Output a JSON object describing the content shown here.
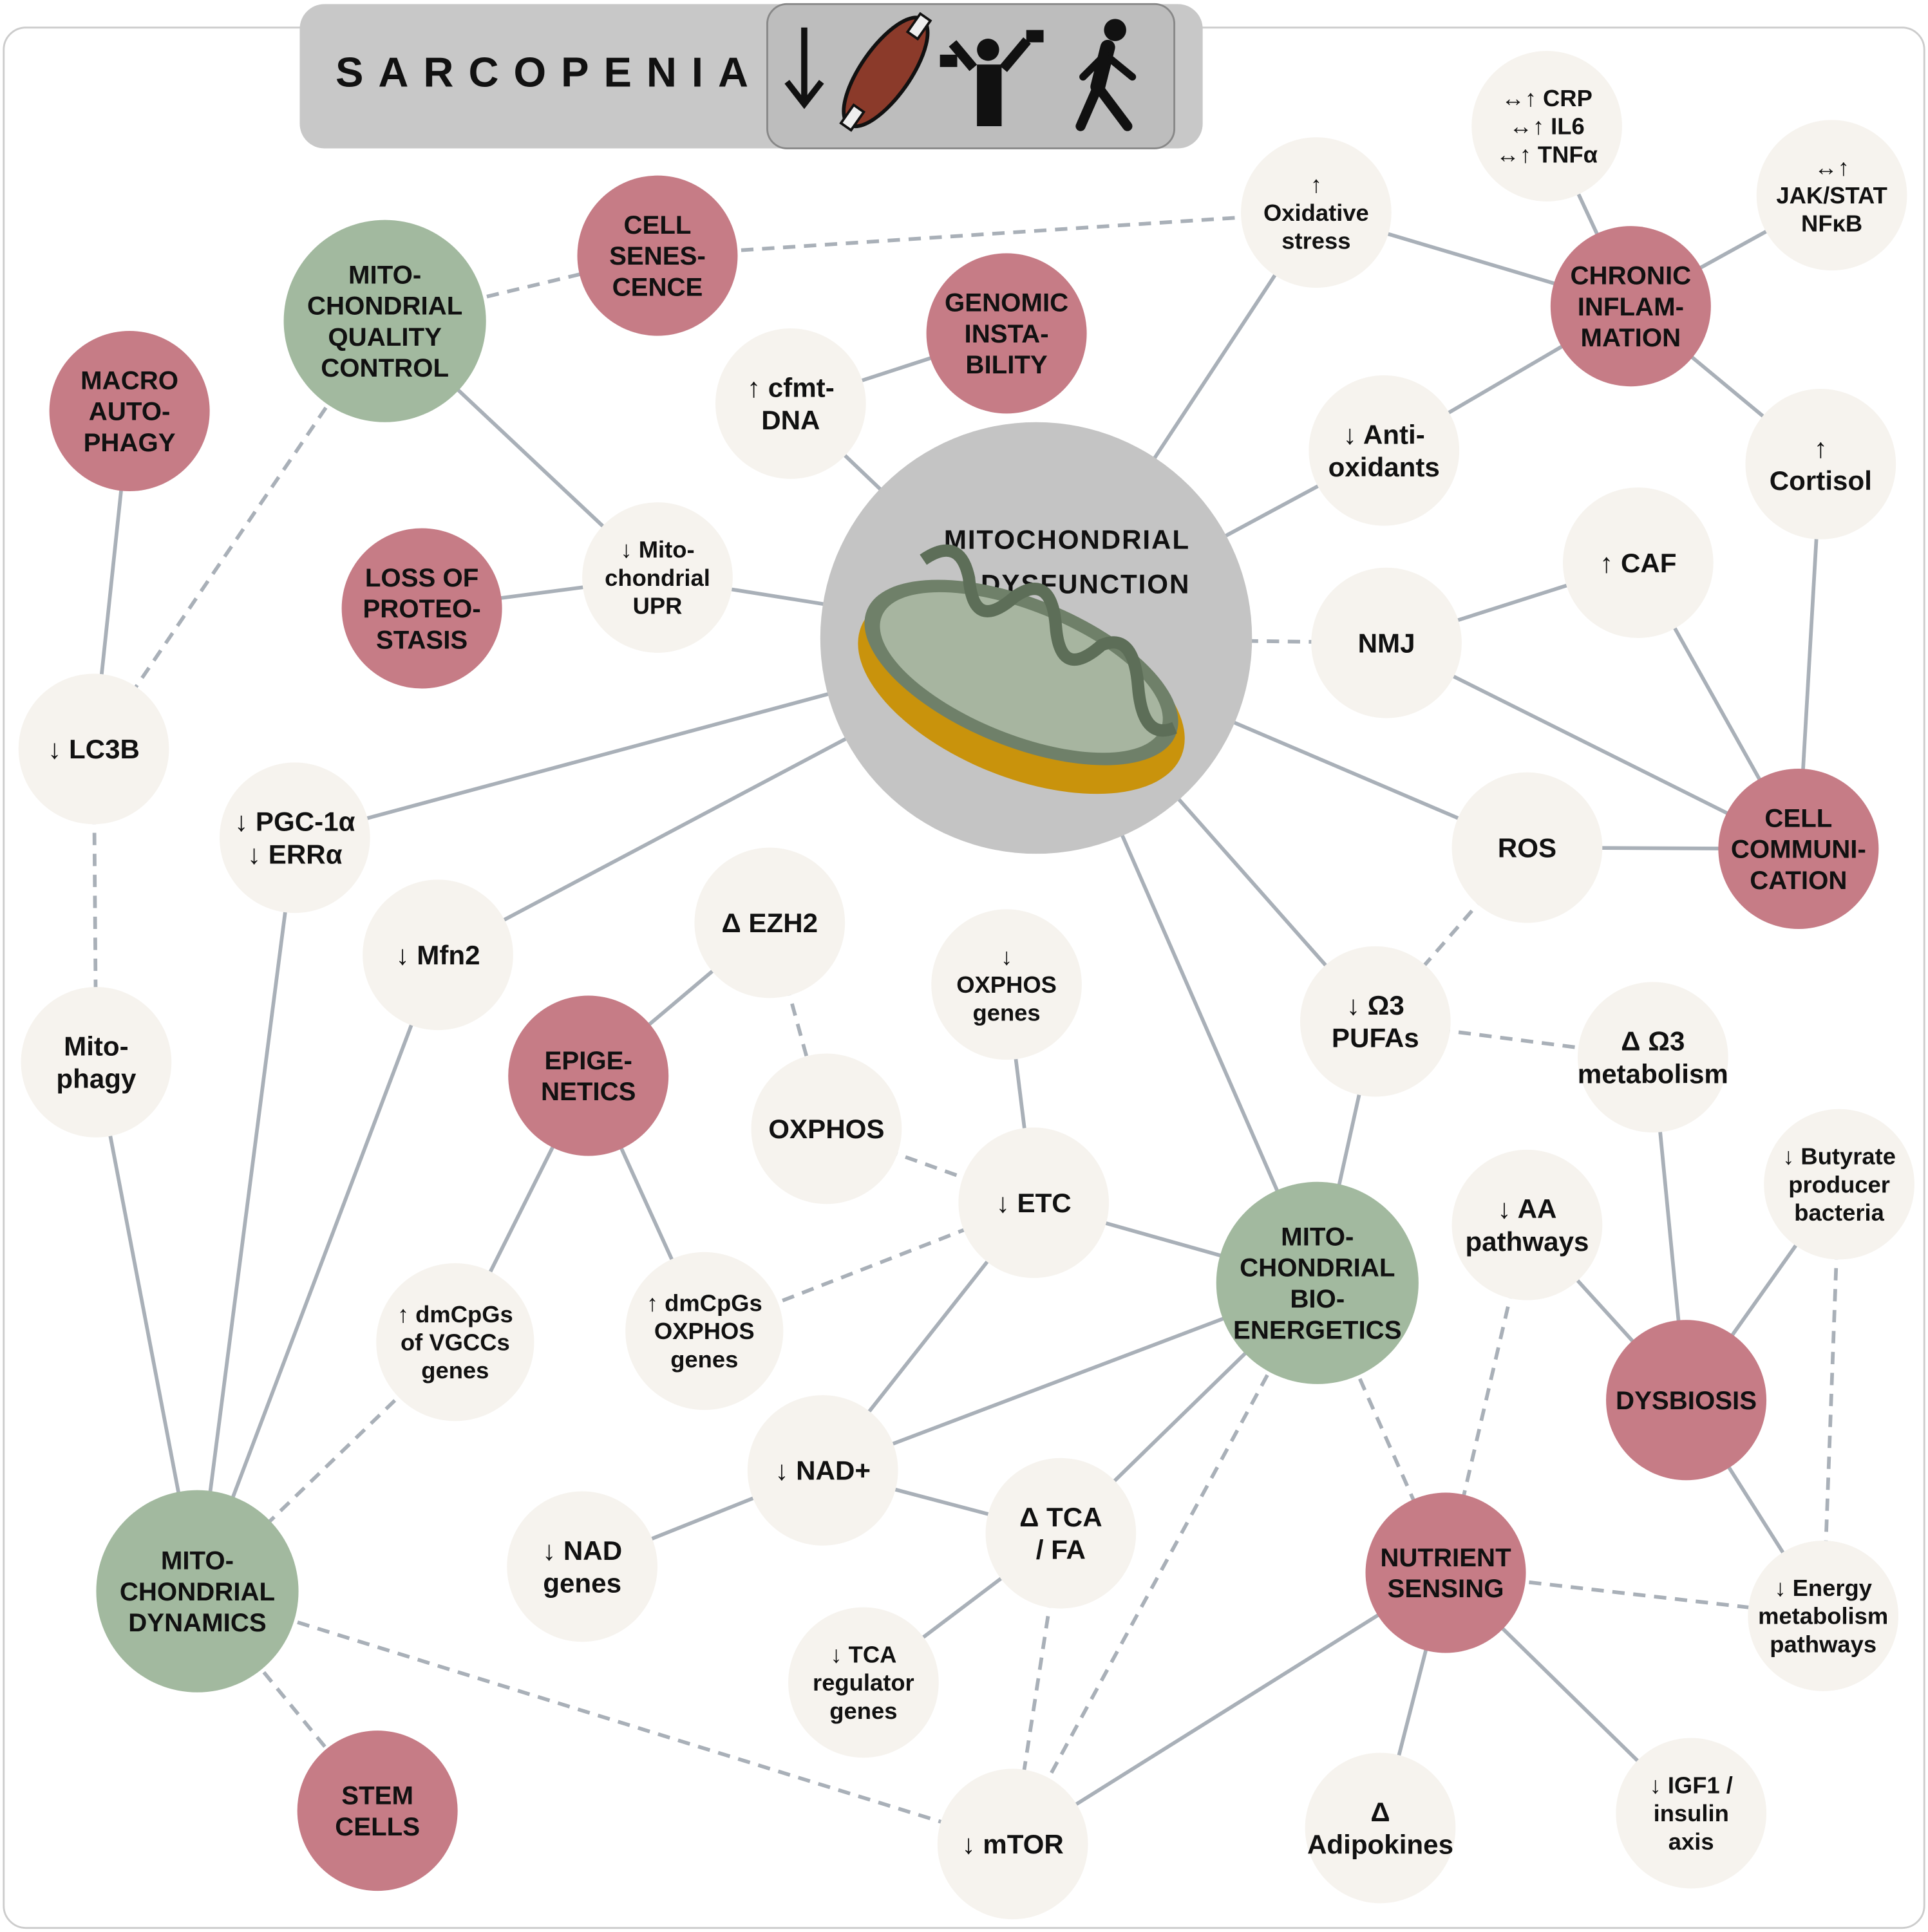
{
  "title": "SARCOPENIA",
  "header_icons": [
    "down-arrow-icon",
    "muscle-icon",
    "weightlifting-icon",
    "walking-icon"
  ],
  "colors": {
    "hub": "#c4c4c4",
    "green": "#a2b99f",
    "red": "#c67c86",
    "beige": "#f6f3ee",
    "edge": "#a9b0b8",
    "header": "#c8c8c8"
  },
  "nodes": [
    {
      "id": "mito_dys",
      "kind": "hub",
      "lines": [
        "MITOCHONDRIAL",
        "DYSFUNCTION"
      ]
    },
    {
      "id": "mqc",
      "kind": "green",
      "lines": [
        "MITO-",
        "CHONDRIAL",
        "QUALITY",
        "CONTROL"
      ]
    },
    {
      "id": "dynamics",
      "kind": "green",
      "lines": [
        "MITO-",
        "CHONDRIAL",
        "DYNAMICS"
      ]
    },
    {
      "id": "bioen",
      "kind": "green",
      "lines": [
        "MITO-",
        "CHONDRIAL",
        "BIO-",
        "ENERGETICS"
      ]
    },
    {
      "id": "cellsen",
      "kind": "red",
      "lines": [
        "CELL",
        "SENES-",
        "CENCE"
      ]
    },
    {
      "id": "genomic",
      "kind": "red",
      "lines": [
        "GENOMIC",
        "INSTA-",
        "BILITY"
      ]
    },
    {
      "id": "macro",
      "kind": "red",
      "lines": [
        "MACRO",
        "AUTO-",
        "PHAGY"
      ]
    },
    {
      "id": "proteo",
      "kind": "red",
      "lines": [
        "LOSS OF",
        "PROTEO-",
        "STASIS"
      ]
    },
    {
      "id": "epig",
      "kind": "red",
      "lines": [
        "EPIGE-",
        "NETICS"
      ]
    },
    {
      "id": "chronic",
      "kind": "red",
      "lines": [
        "CHRONIC",
        "INFLAM-",
        "MATION"
      ]
    },
    {
      "id": "cellcomm",
      "kind": "red",
      "lines": [
        "CELL",
        "COMMUNI-",
        "CATION"
      ]
    },
    {
      "id": "dysbiosis",
      "kind": "red",
      "lines": [
        "DYSBIOSIS"
      ]
    },
    {
      "id": "nutrient",
      "kind": "red",
      "lines": [
        "NUTRIENT",
        "SENSING"
      ]
    },
    {
      "id": "stem",
      "kind": "red",
      "lines": [
        "STEM",
        "CELLS"
      ]
    },
    {
      "id": "oxidative",
      "kind": "beige",
      "lines": [
        "↑",
        "Oxidative",
        "stress"
      ]
    },
    {
      "id": "crp",
      "kind": "beige",
      "lines": [
        "↔↑ CRP",
        "↔↑ IL6",
        "↔↑ TNFα"
      ]
    },
    {
      "id": "jak",
      "kind": "beige",
      "lines": [
        "↔↑",
        "JAK/STAT",
        "NFκB"
      ]
    },
    {
      "id": "cortisol",
      "kind": "beige",
      "lines": [
        "↑",
        "Cortisol"
      ]
    },
    {
      "id": "antiox",
      "kind": "beige",
      "lines": [
        "↓ Anti-",
        "oxidants"
      ]
    },
    {
      "id": "cfmt",
      "kind": "beige",
      "lines": [
        "↑ cfmt-",
        "DNA"
      ]
    },
    {
      "id": "upr",
      "kind": "beige",
      "lines": [
        "↓ Mito-",
        "chondrial",
        "UPR"
      ]
    },
    {
      "id": "caf",
      "kind": "beige",
      "lines": [
        "↑ CAF"
      ]
    },
    {
      "id": "nmj",
      "kind": "beige",
      "lines": [
        "NMJ"
      ]
    },
    {
      "id": "lc3b",
      "kind": "beige",
      "lines": [
        "↓ LC3B"
      ]
    },
    {
      "id": "pgc",
      "kind": "beige",
      "lines": [
        "↓ PGC-1α",
        "↓ ERRα"
      ]
    },
    {
      "id": "mfn2",
      "kind": "beige",
      "lines": [
        "↓ Mfn2"
      ]
    },
    {
      "id": "ezh2",
      "kind": "beige",
      "lines": [
        "Δ EZH2"
      ]
    },
    {
      "id": "oxgenes",
      "kind": "beige",
      "lines": [
        "↓",
        "OXPHOS",
        "genes"
      ]
    },
    {
      "id": "ros",
      "kind": "beige",
      "lines": [
        "ROS"
      ]
    },
    {
      "id": "pufa",
      "kind": "beige",
      "lines": [
        "↓ Ω3",
        "PUFAs"
      ]
    },
    {
      "id": "o3met",
      "kind": "beige",
      "lines": [
        "Δ Ω3",
        "metabolism"
      ]
    },
    {
      "id": "mitophagy",
      "kind": "beige",
      "lines": [
        "Mito-",
        "phagy"
      ]
    },
    {
      "id": "oxphos",
      "kind": "beige",
      "lines": [
        "OXPHOS"
      ]
    },
    {
      "id": "etc",
      "kind": "beige",
      "lines": [
        "↓ ETC"
      ]
    },
    {
      "id": "aa",
      "kind": "beige",
      "lines": [
        "↓ AA",
        "pathways"
      ]
    },
    {
      "id": "butyrate",
      "kind": "beige",
      "lines": [
        "↓ Butyrate",
        "producer",
        "bacteria"
      ]
    },
    {
      "id": "vgcc",
      "kind": "beige",
      "lines": [
        "↑ dmCpGs",
        "of VGCCs",
        "genes"
      ]
    },
    {
      "id": "dmoxphos",
      "kind": "beige",
      "lines": [
        "↑ dmCpGs",
        "OXPHOS",
        "genes"
      ]
    },
    {
      "id": "nadplus",
      "kind": "beige",
      "lines": [
        "↓ NAD+"
      ]
    },
    {
      "id": "nadgenes",
      "kind": "beige",
      "lines": [
        "↓ NAD",
        "genes"
      ]
    },
    {
      "id": "tca",
      "kind": "beige",
      "lines": [
        "Δ TCA",
        "/ FA"
      ]
    },
    {
      "id": "tcareg",
      "kind": "beige",
      "lines": [
        "↓ TCA",
        "regulator",
        "genes"
      ]
    },
    {
      "id": "energy",
      "kind": "beige",
      "lines": [
        "↓ Energy",
        "metabolism",
        "pathways"
      ]
    },
    {
      "id": "adipokines",
      "kind": "beige",
      "lines": [
        "Δ",
        "Adipokines"
      ]
    },
    {
      "id": "igf",
      "kind": "beige",
      "lines": [
        "↓ IGF1 /",
        "insulin",
        "axis"
      ]
    },
    {
      "id": "mtor",
      "kind": "beige",
      "lines": [
        "↓ mTOR"
      ]
    }
  ],
  "edges_solid": [
    [
      "macro",
      "lc3b"
    ],
    [
      "mqc",
      "upr"
    ],
    [
      "proteo",
      "upr"
    ],
    [
      "upr",
      "mito_dys"
    ],
    [
      "cfmt",
      "genomic"
    ],
    [
      "cfmt",
      "mito_dys"
    ],
    [
      "mito_dys",
      "oxidative"
    ],
    [
      "oxidative",
      "chronic"
    ],
    [
      "chronic",
      "crp"
    ],
    [
      "chronic",
      "jak"
    ],
    [
      "chronic",
      "cortisol"
    ],
    [
      "chronic",
      "antiox"
    ],
    [
      "antiox",
      "mito_dys"
    ],
    [
      "nmj",
      "caf"
    ],
    [
      "nmj",
      "cellcomm"
    ],
    [
      "caf",
      "cellcomm"
    ],
    [
      "cortisol",
      "cellcomm"
    ],
    [
      "ros",
      "cellcomm"
    ],
    [
      "mito_dys",
      "ros"
    ],
    [
      "mito_dys",
      "pgc"
    ],
    [
      "mito_dys",
      "mfn2"
    ],
    [
      "mito_dys",
      "pufa"
    ],
    [
      "mito_dys",
      "bioen"
    ],
    [
      "pufa",
      "bioen"
    ],
    [
      "epig",
      "ezh2"
    ],
    [
      "epig",
      "vgcc"
    ],
    [
      "epig",
      "dmoxphos"
    ],
    [
      "oxgenes",
      "etc"
    ],
    [
      "etc",
      "bioen"
    ],
    [
      "etc",
      "nadplus"
    ],
    [
      "nadplus",
      "bioen"
    ],
    [
      "nadplus",
      "nadgenes"
    ],
    [
      "nadplus",
      "tca"
    ],
    [
      "tca",
      "bioen"
    ],
    [
      "tca",
      "tcareg"
    ],
    [
      "mitophagy",
      "dynamics"
    ],
    [
      "pgc",
      "dynamics"
    ],
    [
      "mfn2",
      "dynamics"
    ],
    [
      "aa",
      "dysbiosis"
    ],
    [
      "o3met",
      "dysbiosis"
    ],
    [
      "butyrate",
      "dysbiosis"
    ],
    [
      "dysbiosis",
      "energy"
    ],
    [
      "nutrient",
      "adipokines"
    ],
    [
      "nutrient",
      "igf"
    ],
    [
      "nutrient",
      "mtor"
    ]
  ],
  "edges_dashed": [
    [
      "mqc",
      "cellsen"
    ],
    [
      "cellsen",
      "oxidative"
    ],
    [
      "mqc",
      "lc3b"
    ],
    [
      "lc3b",
      "mitophagy"
    ],
    [
      "mito_dys",
      "nmj"
    ],
    [
      "ezh2",
      "oxphos"
    ],
    [
      "oxphos",
      "etc"
    ],
    [
      "dmoxphos",
      "etc"
    ],
    [
      "vgcc",
      "dynamics"
    ],
    [
      "dynamics",
      "stem"
    ],
    [
      "dynamics",
      "mtor"
    ],
    [
      "tca",
      "mtor"
    ],
    [
      "bioen",
      "mtor"
    ],
    [
      "bioen",
      "nutrient"
    ],
    [
      "aa",
      "nutrient"
    ],
    [
      "nutrient",
      "energy"
    ],
    [
      "butyrate",
      "energy"
    ],
    [
      "pufa",
      "o3met"
    ],
    [
      "ros",
      "pufa"
    ]
  ]
}
